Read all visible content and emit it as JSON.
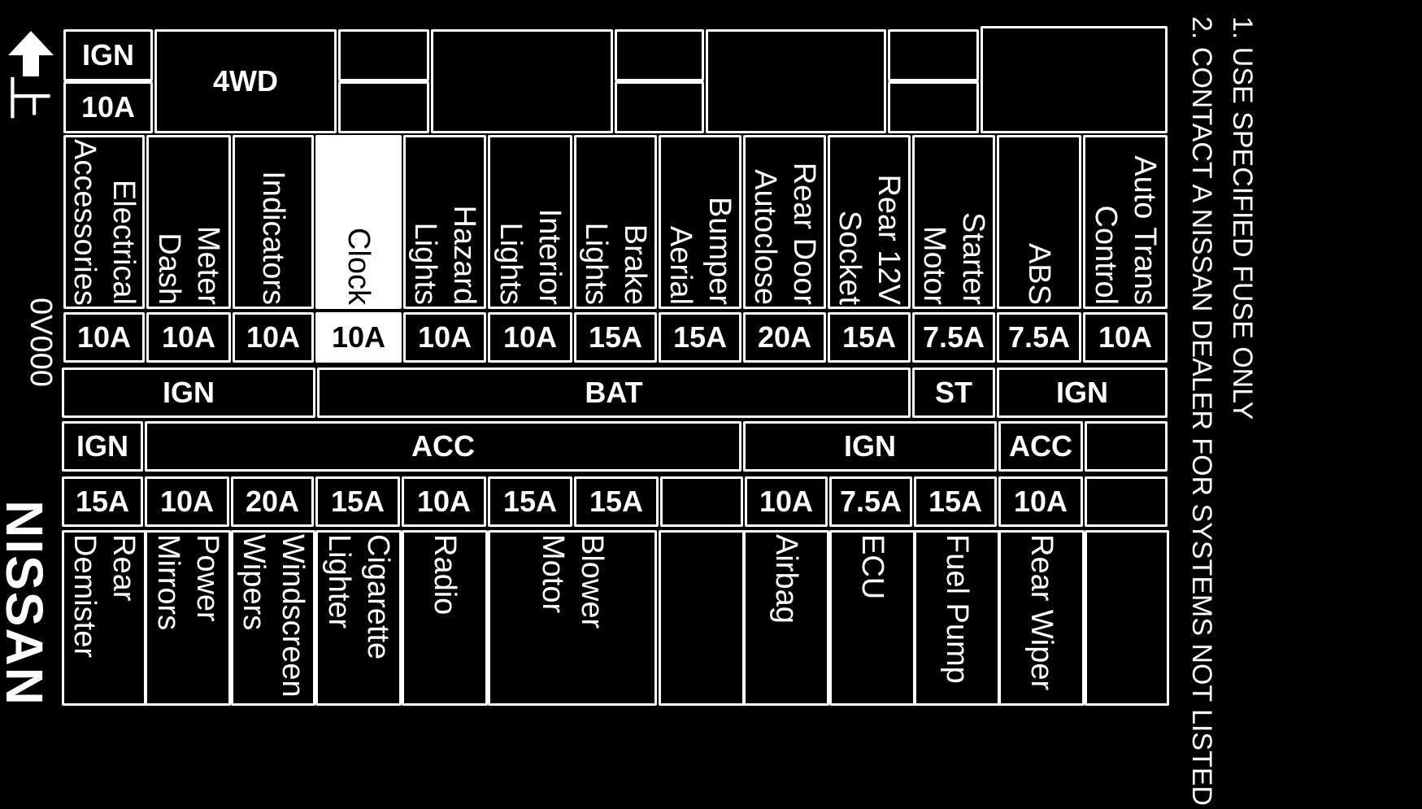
{
  "top_block": {
    "ign": "IGN",
    "ign_rating": "10A",
    "fwd": "4WD"
  },
  "upper_fuses": [
    {
      "label": "Electrical\nAccessories",
      "rating": "10A"
    },
    {
      "label": "Meter\nDash",
      "rating": "10A"
    },
    {
      "label": "Indicators",
      "rating": "10A"
    },
    {
      "label": "Clock",
      "rating": "10A"
    },
    {
      "label": "Hazard\nLights",
      "rating": "10A"
    },
    {
      "label": "Interior\nLights",
      "rating": "10A"
    },
    {
      "label": "Brake\nLights",
      "rating": "15A"
    },
    {
      "label": "Bumper\nAerial",
      "rating": "15A"
    },
    {
      "label": "Rear Door\nAutoclose",
      "rating": "20A"
    },
    {
      "label": "Rear 12V\nSocket",
      "rating": "15A"
    },
    {
      "label": "Starter\nMotor",
      "rating": "7.5A"
    },
    {
      "label": "ABS",
      "rating": "7.5A"
    },
    {
      "label": "Auto Trans\nControl",
      "rating": "10A"
    }
  ],
  "upper_circuits": [
    "IGN",
    "BAT",
    "ST",
    "IGN"
  ],
  "lower_circuits": [
    "IGN",
    "ACC",
    "IGN",
    "ACC"
  ],
  "lower_ratings": [
    "15A",
    "10A",
    "20A",
    "15A",
    "10A",
    "15A",
    "15A",
    "",
    "10A",
    "7.5A",
    "15A",
    "10A",
    ""
  ],
  "lower_labels": [
    "Rear\nDemister",
    "Power\nMirrors",
    "Windscreen\nWipers",
    "Cigarette\nLighter",
    "Radio",
    "Blower\nMotor",
    "",
    "Airbag",
    "ECU",
    "Fuel Pump",
    "Rear Wiper",
    ""
  ],
  "notes": [
    "1. USE SPECIFIED FUSE ONLY",
    "2. CONTACT A NISSAN DEALER FOR SYSTEMS NOT LISTED"
  ],
  "side": {
    "arrow_char": "上",
    "code": "0V000",
    "brand": "NISSAN"
  },
  "colors": {
    "background": "#000000",
    "line": "#ffffff",
    "highlight": "#ffffff"
  }
}
